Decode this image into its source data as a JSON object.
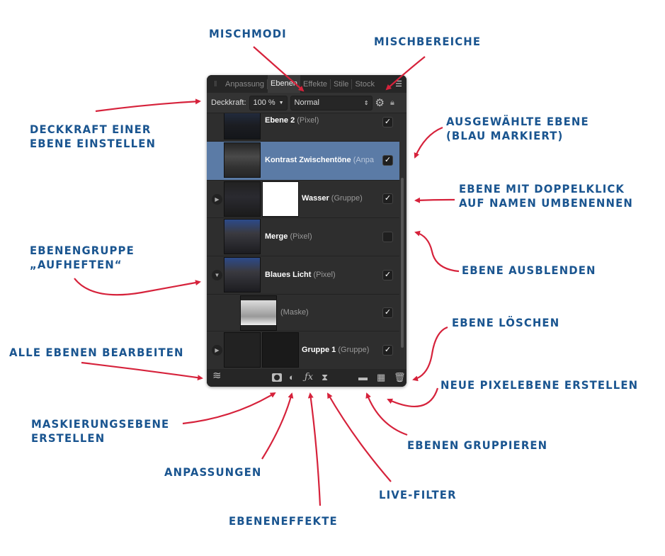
{
  "panel": {
    "tabs": [
      "Anpassung",
      "Ebenen",
      "Effekte",
      "Stile",
      "Stock"
    ],
    "opacity_label": "Deckkraft:",
    "opacity_value": "100 %",
    "blend_mode": "Normal",
    "layers": [
      {
        "name": "Ebene 2",
        "type": "(Pixel)",
        "visible": true,
        "selected": false
      },
      {
        "name": "Kontrast Zwischentöne",
        "type": "(Anpa",
        "visible": true,
        "selected": true
      },
      {
        "name": "Wasser",
        "type": "(Gruppe)",
        "visible": true,
        "selected": false
      },
      {
        "name": "Merge",
        "type": "(Pixel)",
        "visible": false,
        "selected": false
      },
      {
        "name": "Blaues Licht",
        "type": "(Pixel)",
        "visible": true,
        "selected": false
      },
      {
        "name": "",
        "type": "(Maske)",
        "visible": true,
        "selected": false
      },
      {
        "name": "Gruppe 1",
        "type": "(Gruppe)",
        "visible": true,
        "selected": false
      }
    ],
    "check": "✓"
  },
  "labels": {
    "mischmodi": "MISCHMODI",
    "mischbereiche": "MISCHBEREICHE",
    "deckkraft": [
      "DECKKRAFT EINER",
      "EBENE EINSTELLEN"
    ],
    "ausgewaehlt": [
      "AUSGEWÄHLTE EBENE",
      "(BLAU MARKIERT)"
    ],
    "umbenennen": [
      "EBENE MIT DOPPELKLICK",
      "AUF NAMEN UMBENENNEN"
    ],
    "aufheften": [
      "EBENENGRUPPE",
      "„AUFHEFTEN“"
    ],
    "ausblenden": "EBENE AUSBLENDEN",
    "loeschen": "EBENE LÖSCHEN",
    "alle": "ALLE EBENEN BEARBEITEN",
    "pixelebene": "NEUE PIXELEBENE ERSTELLEN",
    "maskierung": [
      "MASKIERUNGSEBENE",
      "ERSTELLEN"
    ],
    "gruppieren": "EBENEN GRUPPIEREN",
    "anpassungen": "ANPASSUNGEN",
    "livefilter": "LIVE-FILTER",
    "effekte": "EBENENEFFEKTE"
  },
  "colors": {
    "label": "#1a5590",
    "arrow": "#d6223b",
    "selected": "#5b7ba6"
  }
}
